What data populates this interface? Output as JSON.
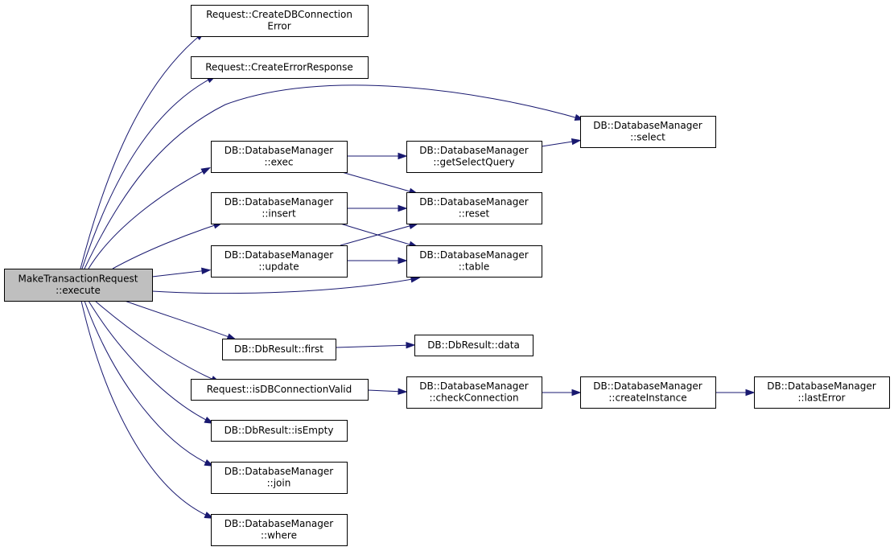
{
  "graph": {
    "edge_color": "#191970",
    "root_fill": "#bfbfbf",
    "node_fill": "#ffffff",
    "root": "make_transaction_request_execute",
    "nodes": [
      {
        "id": "make_transaction_request_execute",
        "lines": [
          "MakeTransactionRequest",
          "::execute"
        ]
      },
      {
        "id": "request_create_db_connection_error",
        "lines": [
          "Request::CreateDBConnection",
          "Error"
        ]
      },
      {
        "id": "request_create_error_response",
        "lines": [
          "Request::CreateErrorResponse"
        ]
      },
      {
        "id": "db_database_manager_exec",
        "lines": [
          "DB::DatabaseManager",
          "::exec"
        ]
      },
      {
        "id": "db_database_manager_insert",
        "lines": [
          "DB::DatabaseManager",
          "::insert"
        ]
      },
      {
        "id": "db_database_manager_update",
        "lines": [
          "DB::DatabaseManager",
          "::update"
        ]
      },
      {
        "id": "db_database_manager_get_select_query",
        "lines": [
          "DB::DatabaseManager",
          "::getSelectQuery"
        ]
      },
      {
        "id": "db_database_manager_select",
        "lines": [
          "DB::DatabaseManager",
          "::select"
        ]
      },
      {
        "id": "db_database_manager_reset",
        "lines": [
          "DB::DatabaseManager",
          "::reset"
        ]
      },
      {
        "id": "db_database_manager_table",
        "lines": [
          "DB::DatabaseManager",
          "::table"
        ]
      },
      {
        "id": "db_db_result_first",
        "lines": [
          "DB::DbResult::first"
        ]
      },
      {
        "id": "db_db_result_data",
        "lines": [
          "DB::DbResult::data"
        ]
      },
      {
        "id": "request_is_db_connection_valid",
        "lines": [
          "Request::isDBConnectionValid"
        ]
      },
      {
        "id": "db_database_manager_check_connection",
        "lines": [
          "DB::DatabaseManager",
          "::checkConnection"
        ]
      },
      {
        "id": "db_database_manager_create_instance",
        "lines": [
          "DB::DatabaseManager",
          "::createInstance"
        ]
      },
      {
        "id": "db_database_manager_last_error",
        "lines": [
          "DB::DatabaseManager",
          "::lastError"
        ]
      },
      {
        "id": "db_db_result_is_empty",
        "lines": [
          "DB::DbResult::isEmpty"
        ]
      },
      {
        "id": "db_database_manager_join",
        "lines": [
          "DB::DatabaseManager",
          "::join"
        ]
      },
      {
        "id": "db_database_manager_where",
        "lines": [
          "DB::DatabaseManager",
          "::where"
        ]
      }
    ],
    "edges": [
      {
        "from": "make_transaction_request_execute",
        "to": "request_create_db_connection_error"
      },
      {
        "from": "make_transaction_request_execute",
        "to": "request_create_error_response"
      },
      {
        "from": "make_transaction_request_execute",
        "to": "db_database_manager_select"
      },
      {
        "from": "make_transaction_request_execute",
        "to": "db_database_manager_exec"
      },
      {
        "from": "make_transaction_request_execute",
        "to": "db_database_manager_insert"
      },
      {
        "from": "make_transaction_request_execute",
        "to": "db_database_manager_update"
      },
      {
        "from": "make_transaction_request_execute",
        "to": "db_database_manager_table"
      },
      {
        "from": "make_transaction_request_execute",
        "to": "db_db_result_first"
      },
      {
        "from": "make_transaction_request_execute",
        "to": "request_is_db_connection_valid"
      },
      {
        "from": "make_transaction_request_execute",
        "to": "db_db_result_is_empty"
      },
      {
        "from": "make_transaction_request_execute",
        "to": "db_database_manager_join"
      },
      {
        "from": "make_transaction_request_execute",
        "to": "db_database_manager_where"
      },
      {
        "from": "db_database_manager_exec",
        "to": "db_database_manager_get_select_query"
      },
      {
        "from": "db_database_manager_exec",
        "to": "db_database_manager_reset"
      },
      {
        "from": "db_database_manager_get_select_query",
        "to": "db_database_manager_select"
      },
      {
        "from": "db_database_manager_insert",
        "to": "db_database_manager_reset"
      },
      {
        "from": "db_database_manager_insert",
        "to": "db_database_manager_table"
      },
      {
        "from": "db_database_manager_update",
        "to": "db_database_manager_reset"
      },
      {
        "from": "db_database_manager_update",
        "to": "db_database_manager_table"
      },
      {
        "from": "db_db_result_first",
        "to": "db_db_result_data"
      },
      {
        "from": "request_is_db_connection_valid",
        "to": "db_database_manager_check_connection"
      },
      {
        "from": "db_database_manager_check_connection",
        "to": "db_database_manager_create_instance"
      },
      {
        "from": "db_database_manager_create_instance",
        "to": "db_database_manager_last_error"
      }
    ]
  }
}
